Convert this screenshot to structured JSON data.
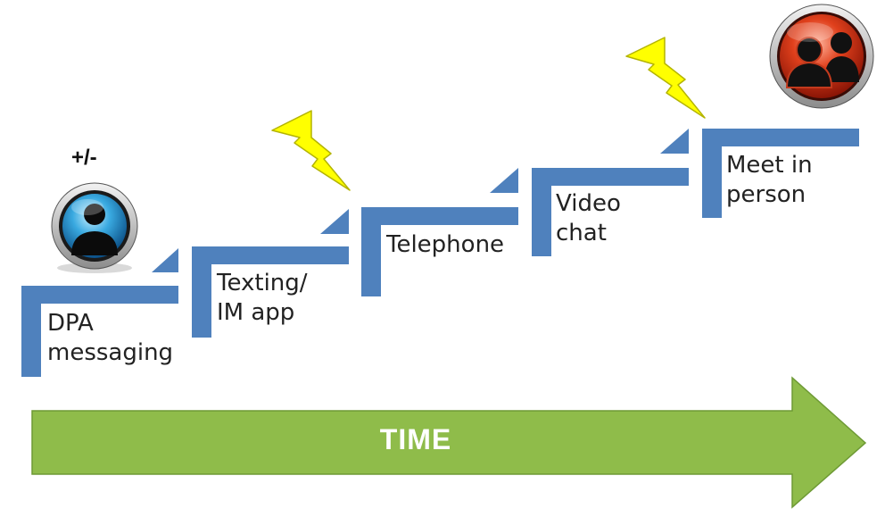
{
  "steps": [
    {
      "label_line1": "DPA",
      "label_line2": "messaging"
    },
    {
      "label_line1": "Texting/",
      "label_line2": "IM app"
    },
    {
      "label_line1": "Telephone",
      "label_line2": ""
    },
    {
      "label_line1": "Video",
      "label_line2": "chat"
    },
    {
      "label_line1": "Meet in",
      "label_line2": "person"
    }
  ],
  "start_annotation": "+/-",
  "time_arrow_label": "TIME",
  "colors": {
    "step": "#4f81bd",
    "arrow_fill": "#8fbc4a",
    "arrow_stroke": "#6e9a35",
    "lightning": "#ffff00",
    "start_icon": "blue-person-icon",
    "end_icon": "red-group-icon"
  }
}
